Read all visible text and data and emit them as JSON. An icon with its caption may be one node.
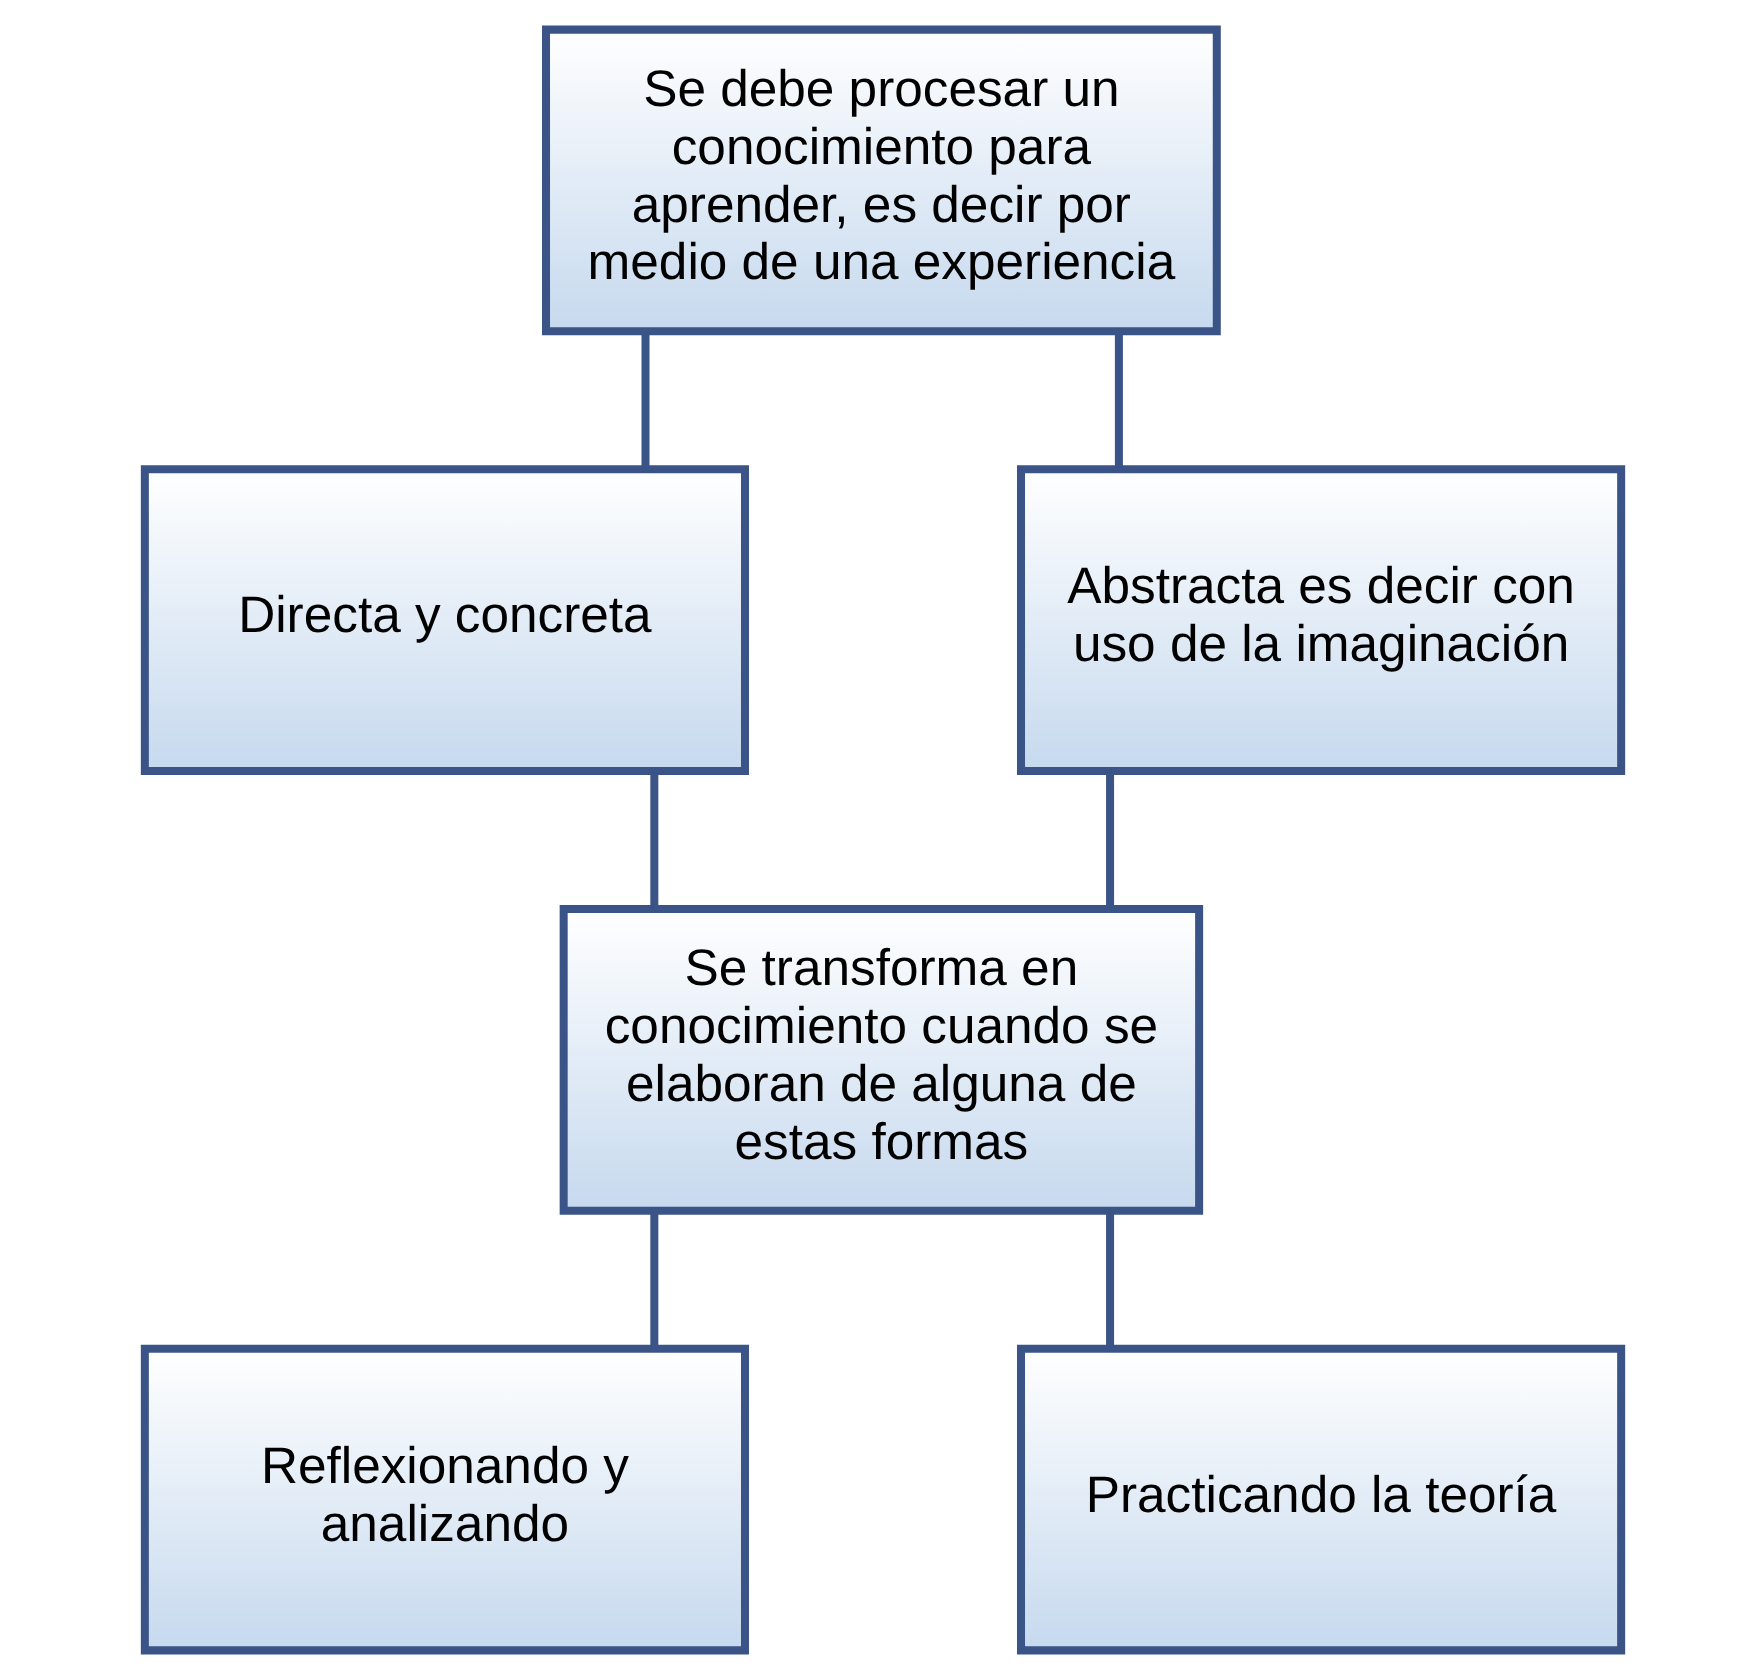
{
  "diagram": {
    "nodes": [
      {
        "text": [
          "Se debe procesar un conocimiento para aprender, es decir por medio de una experiencia"
        ]
      },
      {
        "text": [
          "Directa y concreta"
        ]
      },
      {
        "text": [
          "Abstracta es decir con uso de la imaginación"
        ]
      },
      {
        "text": [
          "Se transforma en conocimiento cuando se elaboran de alguna de estas formas"
        ]
      },
      {
        "text": [
          "Reflexionando y analizando"
        ]
      },
      {
        "text": [
          "Practicando la teoría"
        ]
      }
    ],
    "edges": [
      {
        "from": 0,
        "to": 1,
        "arrow": "none"
      },
      {
        "from": 0,
        "to": 2,
        "arrow": "none"
      },
      {
        "from": 1,
        "to": 3,
        "arrow": "none"
      },
      {
        "from": 2,
        "to": 3,
        "arrow": "none"
      },
      {
        "from": 3,
        "to": 4,
        "arrow": "none"
      },
      {
        "from": 3,
        "to": 5,
        "arrow": "none"
      }
    ]
  }
}
